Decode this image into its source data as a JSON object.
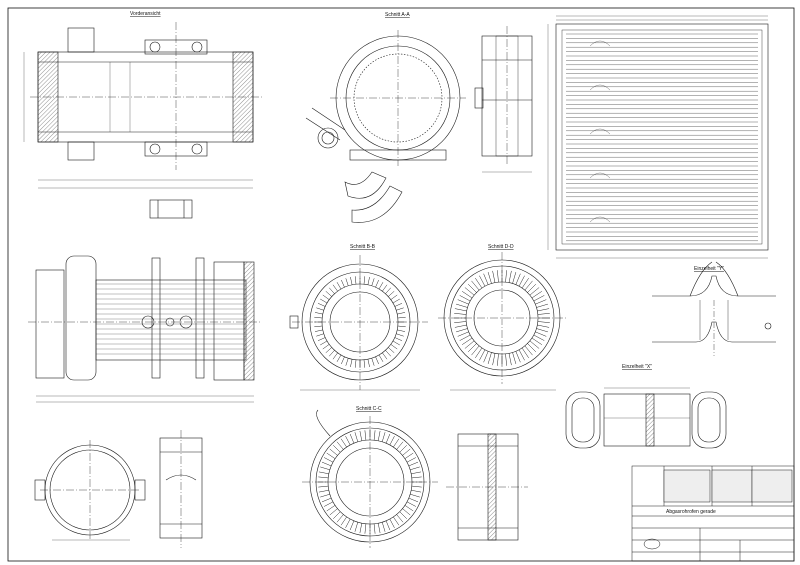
{
  "views": {
    "seitenansicht": "Vorderansicht",
    "schnitt_a": "Schnitt A-A",
    "schnitt_b": "Schnitt B-B",
    "schnitt_c": "Schnitt C-C",
    "schnitt_d": "Schnitt D-D",
    "einzelheit_y": "Einzelheit \"Y\"",
    "einzelheit_x": "Einzelheit \"X\""
  },
  "title_block": {
    "drawing_title": "Abgasrohrofen gerade"
  },
  "colors": {
    "line": "#1a1a1a",
    "paper": "#ffffff",
    "hatch": "#555555"
  }
}
